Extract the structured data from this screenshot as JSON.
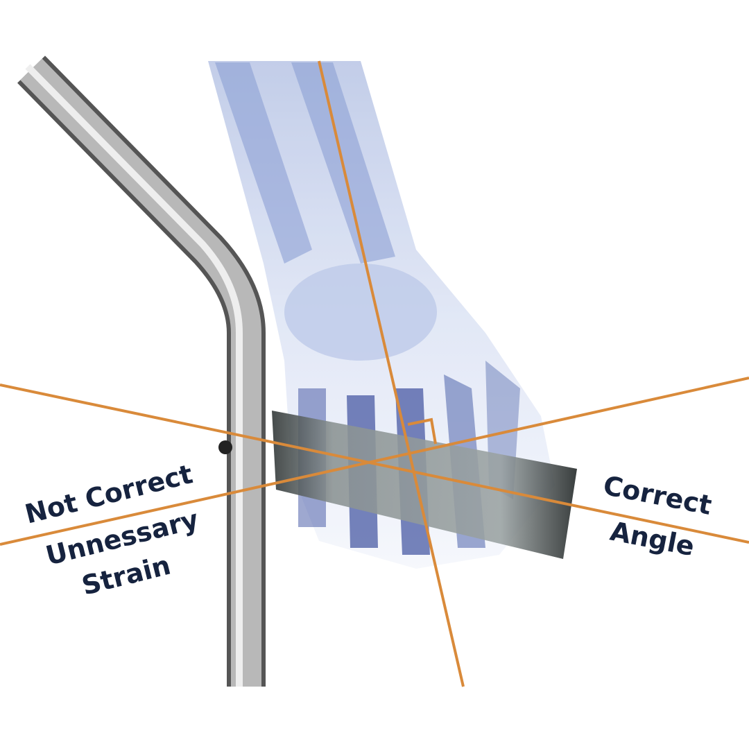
{
  "labels": {
    "not_correct": "Not Correct",
    "unnecessary": "Unnessary",
    "strain": "Strain",
    "correct": "Correct",
    "angle": "Angle"
  },
  "colors": {
    "guide_line": "#d98a3a",
    "text": "#16233f",
    "bone": "#4a5fa8",
    "cane": "#9a9a9a",
    "grip": "#3f4747"
  }
}
